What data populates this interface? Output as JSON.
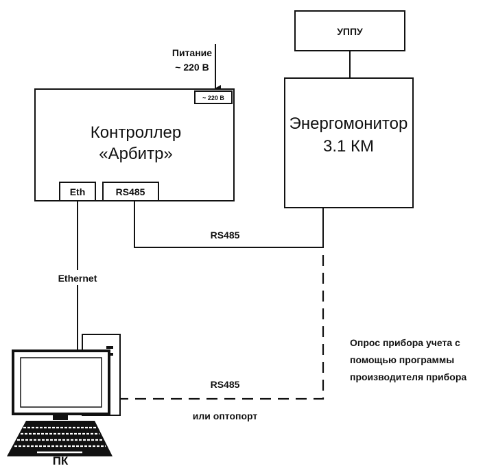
{
  "power": {
    "label_line1": "Питание",
    "label_line2": "~ 220 В",
    "socket_label": "~ 220 В"
  },
  "controller": {
    "title_line1": "Контроллер",
    "title_line2": "«Арбитр»",
    "port_eth": "Eth",
    "port_rs485": "RS485"
  },
  "uppu": {
    "label": "УППУ"
  },
  "energomonitor": {
    "title_line1": "Энергомонитор",
    "title_line2": "3.1 КМ"
  },
  "links": {
    "rs485_solid": "RS485",
    "ethernet": "Ethernet",
    "rs485_dashed": "RS485",
    "or_optoport": "или оптопорт"
  },
  "note": {
    "line1": "Опрос прибора учета с",
    "line2": "помощью программы",
    "line3": "производителя прибора"
  },
  "pc": {
    "label": "ПК"
  }
}
